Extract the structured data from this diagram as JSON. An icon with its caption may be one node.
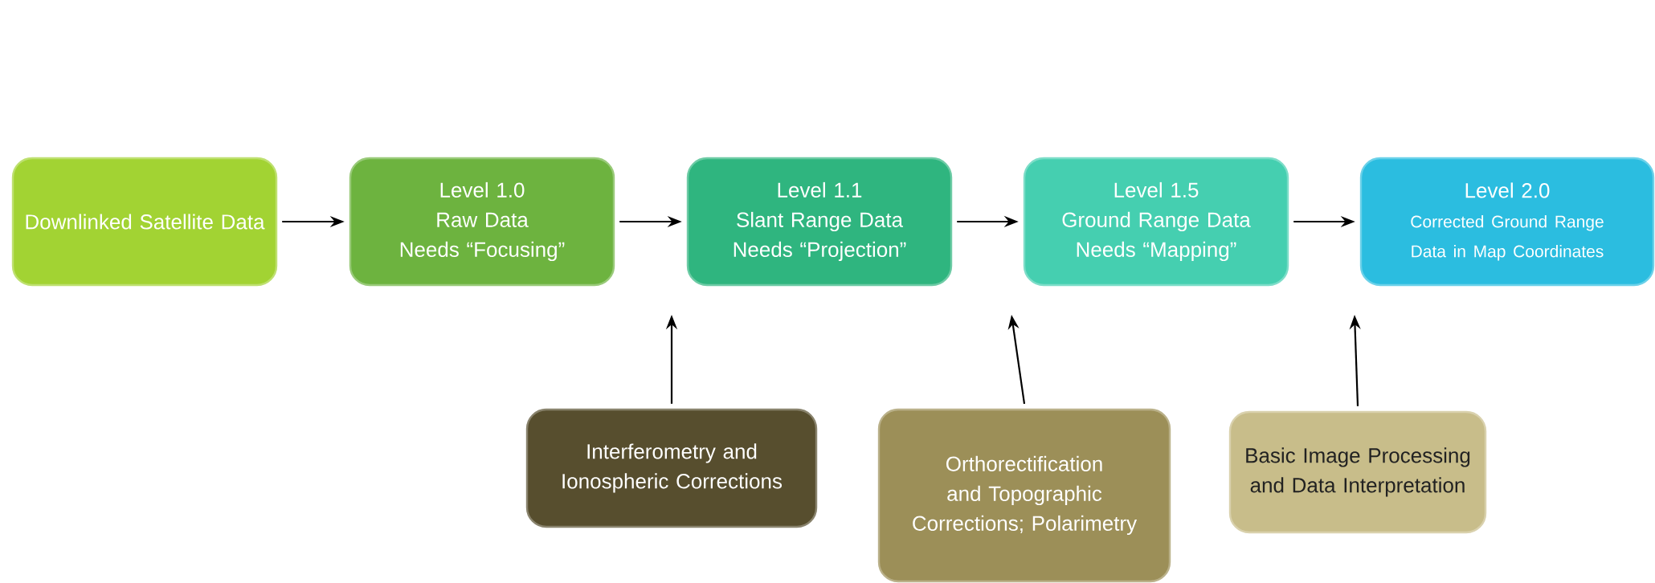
{
  "diagram": {
    "nodes": [
      {
        "text": [
          "Downlinked Satellite Data"
        ]
      },
      {
        "text": [
          "Level 1.0",
          "Raw Data",
          "Needs “Focusing”"
        ]
      },
      {
        "text": [
          "Level 1.1",
          "Slant Range Data",
          "Needs “Projection”"
        ]
      },
      {
        "text": [
          "Level 1.5",
          "Ground Range Data",
          "Needs “Mapping”"
        ]
      },
      {
        "text": [
          "Level 2.0",
          "Corrected Ground Range Data in Map Coordinates"
        ]
      },
      {
        "text": [
          "Interferometry and Ionospheric Corrections"
        ]
      },
      {
        "text": [
          "Orthorectification and Topographic Corrections; Polarimetry"
        ]
      },
      {
        "text": [
          "Basic Image Processing and Data Interpretation"
        ]
      }
    ],
    "edges": [
      {
        "from": 0,
        "to": 1,
        "arrow": "to"
      },
      {
        "from": 1,
        "to": 2,
        "arrow": "to"
      },
      {
        "from": 2,
        "to": 3,
        "arrow": "to"
      },
      {
        "from": 3,
        "to": 4,
        "arrow": "to"
      },
      {
        "from": 5,
        "to": null,
        "arrow": "to"
      },
      {
        "from": 6,
        "to": null,
        "arrow": "to"
      },
      {
        "from": 7,
        "to": null,
        "arrow": "to"
      }
    ]
  }
}
